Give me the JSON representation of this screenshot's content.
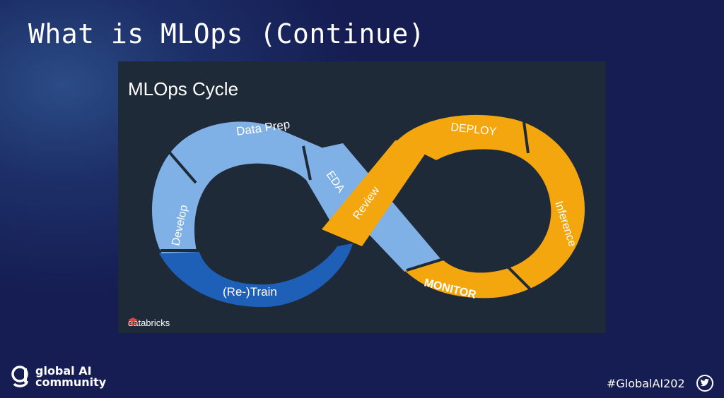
{
  "slide": {
    "title": "What is MLOps (Continue)",
    "hashtag": "#GlobalAI202"
  },
  "panel": {
    "title": "MLOps Cycle",
    "vendor": "databricks"
  },
  "cycle": {
    "stages": [
      {
        "label": "Data Prep",
        "color": "#7fb0e6"
      },
      {
        "label": "EDA",
        "color": "#7fb0e6"
      },
      {
        "label": "Develop",
        "color": "#7fb0e6"
      },
      {
        "label": "(Re-)Train",
        "color": "#1e5fb8"
      },
      {
        "label": "Review",
        "color": "#f4a60f"
      },
      {
        "label": "DEPLOY",
        "color": "#f4a60f"
      },
      {
        "label": "Inference",
        "color": "#f4a60f"
      },
      {
        "label": "MONITOR",
        "color": "#f4a60f"
      }
    ]
  },
  "brand": {
    "line1": "global AI",
    "line2": "community"
  },
  "colors": {
    "background": "#151d52",
    "panel": "#1f2a38",
    "light_blue": "#7fb0e6",
    "dark_blue": "#1e5fb8",
    "orange": "#f4a60f"
  }
}
